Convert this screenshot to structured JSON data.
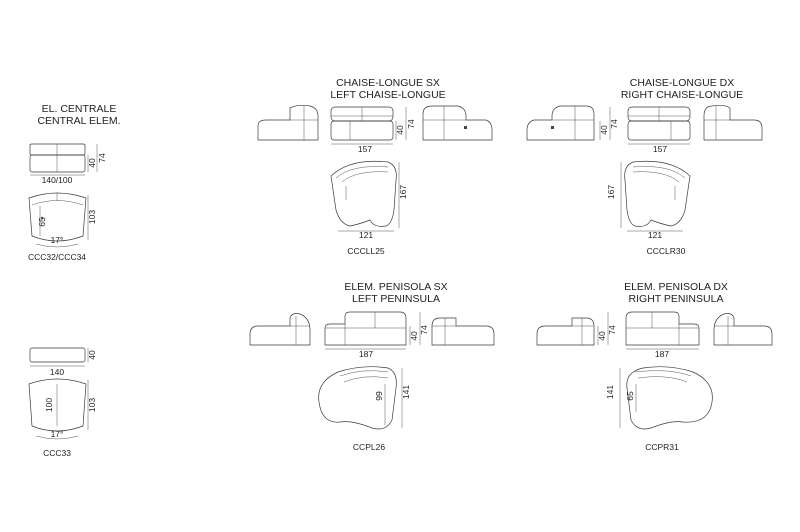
{
  "sections": {
    "central_title": [
      "EL. CENTRALE",
      "CENTRAL ELEM."
    ],
    "chaise_sx_title": [
      "CHAISE-LONGUE SX",
      "LEFT CHAISE-LONGUE"
    ],
    "chaise_dx_title": [
      "CHAISE-LONGUE DX",
      "RIGHT CHAISE-LONGUE"
    ],
    "peninsula_sx_title": [
      "ELEM. PENISOLA SX",
      "LEFT PENINSULA"
    ],
    "peninsula_dx_title": [
      "ELEM. PENISOLA DX",
      "RIGHT PENINSULA"
    ]
  },
  "codes": {
    "central_top": "CCC32/CCC34",
    "central_bottom": "CCC33",
    "chaise_sx": "CCCLL25",
    "chaise_dx": "CCCLR30",
    "peninsula_sx": "CCPL26",
    "peninsula_dx": "CCPR31"
  },
  "dimensions": {
    "central_top": {
      "width": "140/100",
      "seat_h": "40",
      "back_h": "74",
      "depth": "103",
      "inner": "65",
      "angle": "17°"
    },
    "central_bottom": {
      "width": "140",
      "seat_h": "40",
      "depth": "103",
      "inner": "100",
      "angle": "17°"
    },
    "chaise_sx": {
      "width": "157",
      "seat_h": "40",
      "back_h": "74",
      "depth": "167",
      "plan_w": "121"
    },
    "chaise_dx": {
      "width": "157",
      "seat_h": "40",
      "back_h": "74",
      "depth": "167",
      "plan_w": "121"
    },
    "peninsula_sx": {
      "width": "187",
      "seat_h": "40",
      "back_h": "74",
      "depth": "141",
      "inner": "99"
    },
    "peninsula_dx": {
      "width": "187",
      "seat_h": "40",
      "back_h": "74",
      "depth": "141",
      "inner": "65"
    }
  }
}
